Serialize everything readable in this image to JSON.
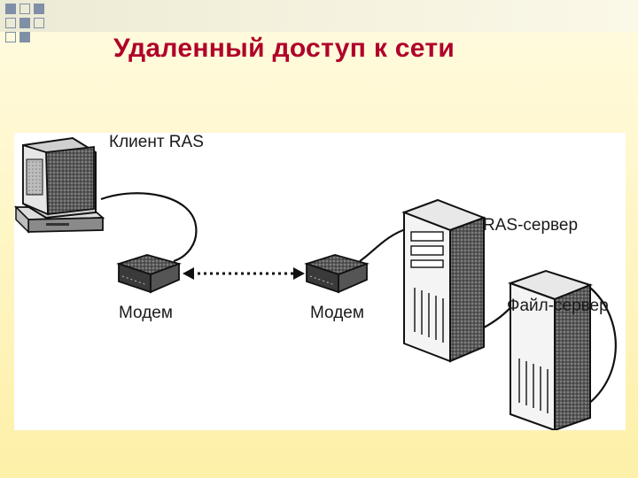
{
  "slide": {
    "title": "Удаленный доступ к сети"
  },
  "diagram": {
    "labels": {
      "ras_client": "Клиент RAS",
      "modem_left": "Модем",
      "modem_right": "Модем",
      "ras_server": "RAS-сервер",
      "file_server": "Файл-сервер"
    }
  },
  "colors": {
    "title": "#b0002a",
    "accent_squares": "#7f8fa6"
  }
}
